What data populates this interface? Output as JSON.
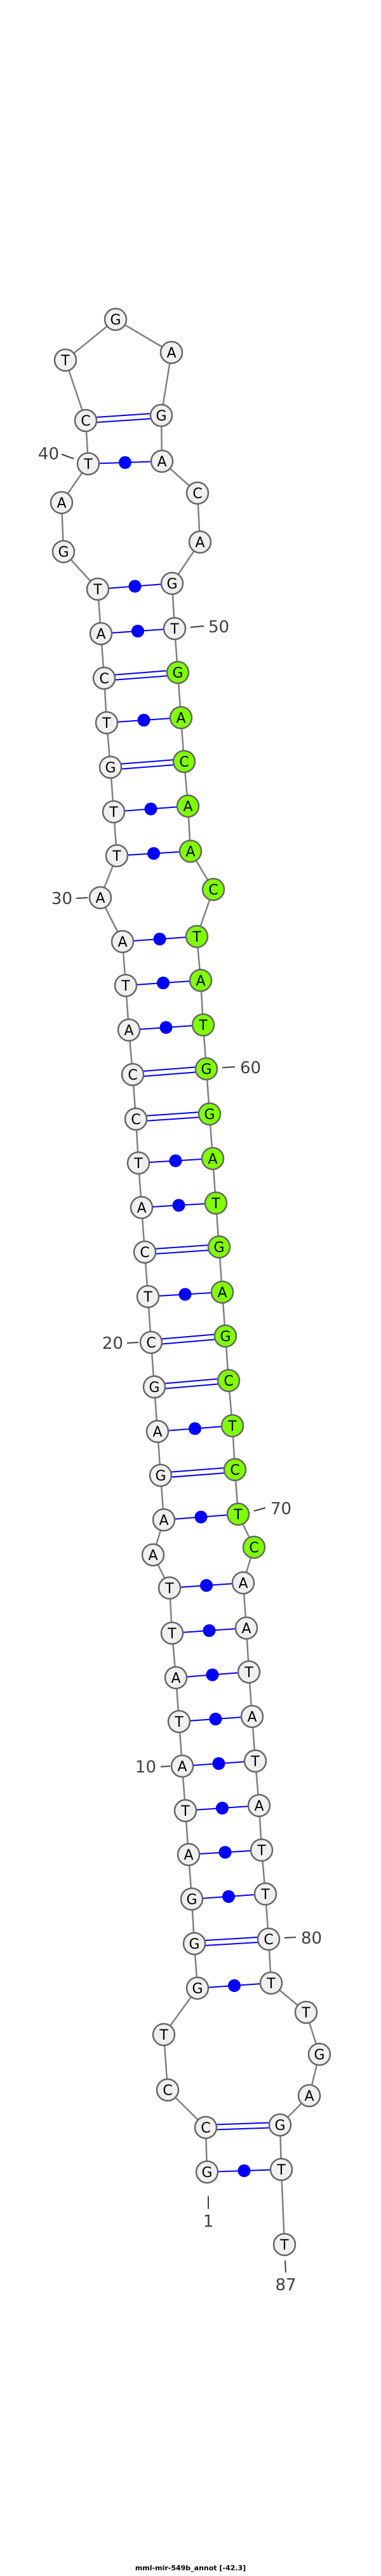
{
  "title": "mml-mir-549b_annot [-42.3]",
  "sequence": "GCCTGGGATATATTAAGAGCTCATCCATAATTGTCATGATCTGAGACAGTGACAACTATGGATGAGCTCTCAATATATTCTTGAGTT",
  "pairs": [
    [
      1,
      86
    ],
    [
      2,
      85
    ],
    [
      5,
      81
    ],
    [
      6,
      80
    ],
    [
      7,
      79
    ],
    [
      8,
      78
    ],
    [
      9,
      77
    ],
    [
      10,
      76
    ],
    [
      11,
      75
    ],
    [
      12,
      74
    ],
    [
      13,
      73
    ],
    [
      14,
      72
    ],
    [
      16,
      70
    ],
    [
      17,
      69
    ],
    [
      18,
      68
    ],
    [
      19,
      67
    ],
    [
      20,
      66
    ],
    [
      21,
      65
    ],
    [
      22,
      64
    ],
    [
      23,
      63
    ],
    [
      24,
      62
    ],
    [
      25,
      61
    ],
    [
      26,
      60
    ],
    [
      27,
      59
    ],
    [
      28,
      58
    ],
    [
      29,
      57
    ],
    [
      31,
      55
    ],
    [
      32,
      54
    ],
    [
      33,
      53
    ],
    [
      34,
      52
    ],
    [
      35,
      51
    ],
    [
      36,
      50
    ],
    [
      37,
      49
    ],
    [
      40,
      46
    ],
    [
      41,
      45
    ]
  ],
  "highlight": {
    "start": 51,
    "end": 71,
    "color": "#80ff00"
  },
  "position_labels": [
    "1",
    "10",
    "20",
    "30",
    "40",
    "50",
    "60",
    "70",
    "80",
    "87"
  ],
  "colors": {
    "node_fill": "#f0f0f0",
    "node_stroke": "#666666",
    "backbone": "#808080",
    "pair": "#0000ff",
    "label": "#404040"
  }
}
